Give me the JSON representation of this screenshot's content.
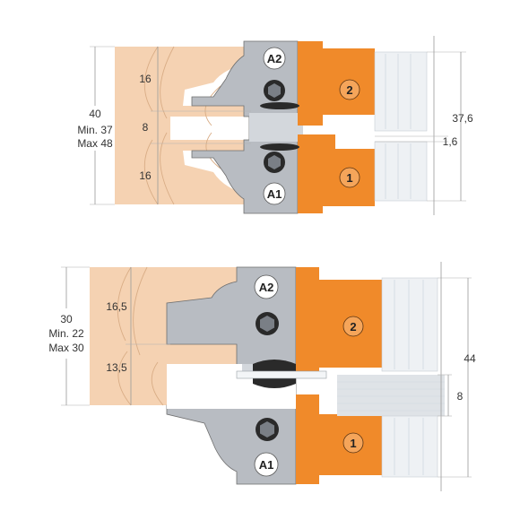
{
  "colors": {
    "wood": "#f5d2b2",
    "wood_grain": "#d9ad86",
    "steel": "#b8bcc2",
    "steel_light": "#d3d7dc",
    "orange": "#f08a2a",
    "blade": "#eef1f4",
    "screw": "#2a2a2a"
  },
  "top_diagram": {
    "height_main": "40",
    "height_min": "Min. 37",
    "height_max": "Max 48",
    "seg_upper": "16",
    "seg_middle": "8",
    "seg_lower": "16",
    "tool_height": "37,6",
    "gap": "1,6",
    "label_a2": "A2",
    "label_a1": "A1",
    "cutter_upper": "2",
    "cutter_lower": "1"
  },
  "bottom_diagram": {
    "height_main": "30",
    "height_min": "Min. 22",
    "height_max": "Max 30",
    "seg_upper": "16,5",
    "seg_lower": "13,5",
    "tool_height": "44",
    "spacer": "8",
    "label_a2": "A2",
    "label_a1": "A1",
    "cutter_upper": "2",
    "cutter_lower": "1"
  },
  "icons": {
    "screw": "hex-socket-screw-icon",
    "spacer": "spacer-washer-icon"
  }
}
